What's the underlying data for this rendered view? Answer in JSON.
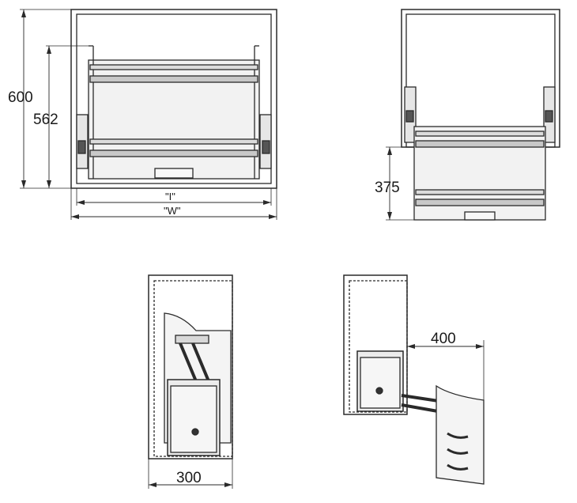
{
  "front_view": {
    "label_height_cabinet": "600",
    "label_height_basket": "562",
    "label_inner_width": "\"I\"",
    "label_cabinet_width": "\"W\""
  },
  "side_view": {
    "label_lowered_height": "375"
  },
  "section_closed": {
    "label_depth": "300"
  },
  "section_open": {
    "label_extension": "400"
  }
}
